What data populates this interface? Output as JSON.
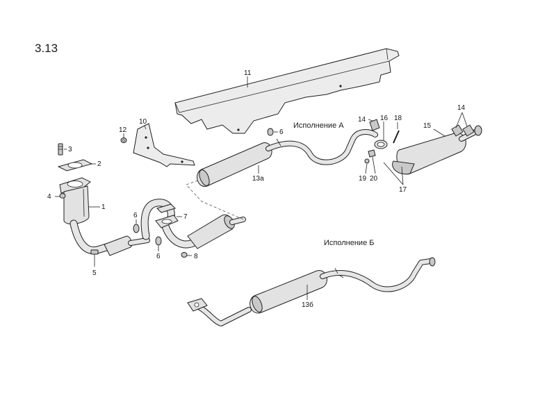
{
  "figure": {
    "number": "3.13",
    "variant_a": "Исполнение А",
    "variant_b": "Исполнение Б"
  },
  "callouts": {
    "c1": "1",
    "c2": "2",
    "c3": "3",
    "c4": "4",
    "c5": "5",
    "c6a": "6",
    "c6b": "6",
    "c6c": "6",
    "c7": "7",
    "c8": "8",
    "c10": "10",
    "c11": "11",
    "c12": "12",
    "c13a": "13a",
    "c13b": "13б",
    "c14a": "14",
    "c14b": "14",
    "c15": "15",
    "c16": "16",
    "c17": "17",
    "c18": "18",
    "c19": "19",
    "c20": "20"
  },
  "colors": {
    "line": "#1e1e1e",
    "fill": "#e2e2e2",
    "background": "#ffffff"
  }
}
